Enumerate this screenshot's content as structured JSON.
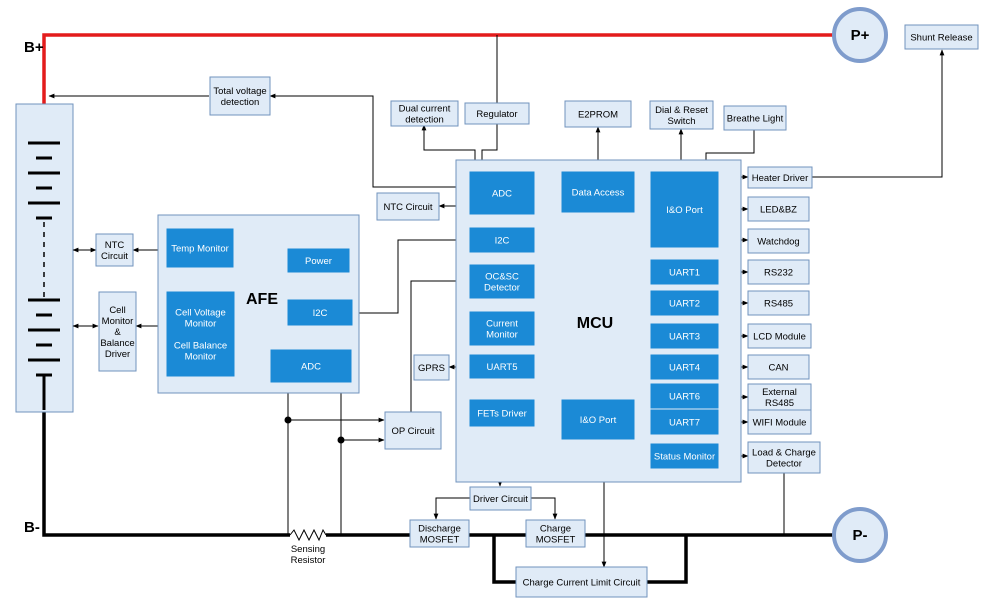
{
  "terminals": {
    "b_plus": "B+",
    "b_minus": "B-",
    "p_plus": "P+",
    "p_minus": "P-"
  },
  "labels": {
    "afe": "AFE",
    "mcu": "MCU",
    "sensing_resistor": [
      "Sensing",
      "Resistor"
    ]
  },
  "blocks": {
    "total_voltage_detection": [
      "Total voltage",
      "detection"
    ],
    "dual_current_detection": [
      "Dual current",
      "detection"
    ],
    "regulator": [
      "Regulator"
    ],
    "e2prom": [
      "E2PROM"
    ],
    "dial_reset_switch": [
      "Dial & Reset",
      "Switch"
    ],
    "breathe_light": [
      "Breathe Light"
    ],
    "shunt_release": [
      "Shunt Release"
    ],
    "ntc_circuit_left": [
      "NTC",
      "Circuit"
    ],
    "cell_monitor_balance_driver": [
      "Cell",
      "Monitor",
      "&",
      "Balance",
      "Driver"
    ],
    "ntc_circuit_mcu": [
      "NTC Circuit"
    ],
    "gprs": [
      "GPRS"
    ],
    "op_circuit": [
      "OP Circuit"
    ],
    "driver_circuit": [
      "Driver Circuit"
    ],
    "discharge_mosfet": [
      "Discharge",
      "MOSFET"
    ],
    "charge_mosfet": [
      "Charge",
      "MOSFET"
    ],
    "charge_current_limit_circuit": [
      "Charge Current Limit Circuit"
    ],
    "heater_driver": [
      "Heater Driver"
    ],
    "led_bz": [
      "LED&BZ"
    ],
    "watchdog": [
      "Watchdog"
    ],
    "rs232": [
      "RS232"
    ],
    "rs485": [
      "RS485"
    ],
    "lcd_module": [
      "LCD Module"
    ],
    "can": [
      "CAN"
    ],
    "external_rs485": [
      "External",
      "RS485"
    ],
    "wifi_module": [
      "WIFI Module"
    ],
    "load_charge_detector": [
      "Load & Charge",
      "Detector"
    ]
  },
  "afe_blocks": {
    "temp_monitor": [
      "Temp Monitor"
    ],
    "power": [
      "Power"
    ],
    "cell_voltage_balance_monitor": [
      "Cell Voltage",
      "Monitor",
      "",
      "Cell Balance",
      "Monitor"
    ],
    "i2c": [
      "I2C"
    ],
    "adc": [
      "ADC"
    ]
  },
  "mcu_blocks": {
    "adc": [
      "ADC"
    ],
    "data_access": [
      "Data Access"
    ],
    "io_port_top": [
      "I&O Port"
    ],
    "i2c": [
      "I2C"
    ],
    "oc_sc_detector": [
      "OC&SC",
      "Detector"
    ],
    "current_monitor": [
      "Current",
      "Monitor"
    ],
    "uart5": [
      "UART5"
    ],
    "fets_driver": [
      "FETs Driver"
    ],
    "io_port_bottom": [
      "I&O Port"
    ],
    "uart1": [
      "UART1"
    ],
    "uart2": [
      "UART2"
    ],
    "uart3": [
      "UART3"
    ],
    "uart4": [
      "UART4"
    ],
    "uart6": [
      "UART6"
    ],
    "uart7": [
      "UART7"
    ],
    "status_monitor": [
      "Status Monitor"
    ]
  },
  "colors": {
    "positive_line": "#e31c1c",
    "block_fill": "#e0ebf7",
    "module_fill": "#1b8ad6",
    "terminal_fill": "#e0ebf7",
    "terminal_stroke": "#7f9ccc"
  }
}
